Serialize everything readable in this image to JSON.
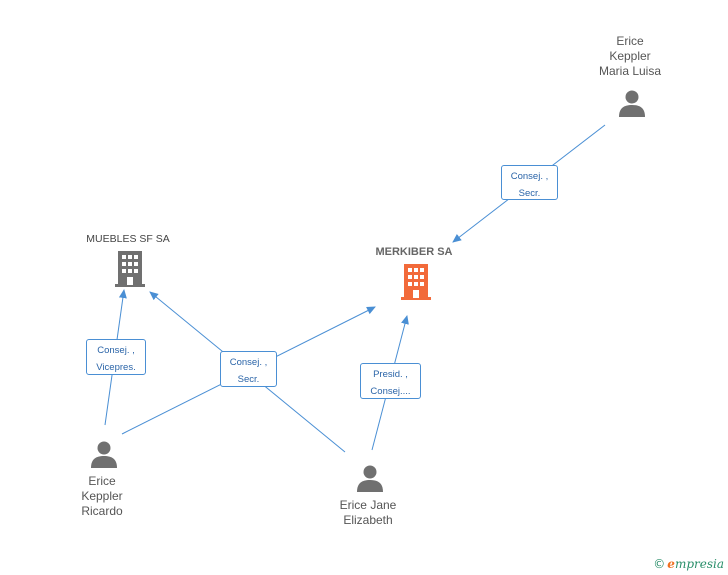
{
  "colors": {
    "edge": "#4a8fd4",
    "person_icon": "#707070",
    "company_icon": "#707070",
    "main_company_icon": "#f26a3a"
  },
  "nodes": {
    "maria_luisa": {
      "label": "Erice\nKeppler\nMaria Luisa",
      "type": "person"
    },
    "merkiber": {
      "label": "MERKIBER SA",
      "type": "company-main"
    },
    "muebles": {
      "label": "MUEBLES SF SA",
      "type": "company"
    },
    "ricardo": {
      "label": "Erice\nKeppler\nRicardo",
      "type": "person"
    },
    "jane": {
      "label": "Erice Jane\nElizabeth",
      "type": "person"
    }
  },
  "edges": {
    "maria_merkiber": {
      "line1": "Consej. ,",
      "line2": "Secr."
    },
    "ricardo_muebles": {
      "line1": "Consej. ,",
      "line2": "Vicepres."
    },
    "shared_consej": {
      "line1": "Consej. ,",
      "line2": "Secr."
    },
    "jane_merkiber": {
      "line1": "Presid. ,",
      "line2": "Consej...."
    }
  },
  "brand": {
    "copyright": "©",
    "name_initial": "e",
    "name_rest": "mpresia"
  }
}
